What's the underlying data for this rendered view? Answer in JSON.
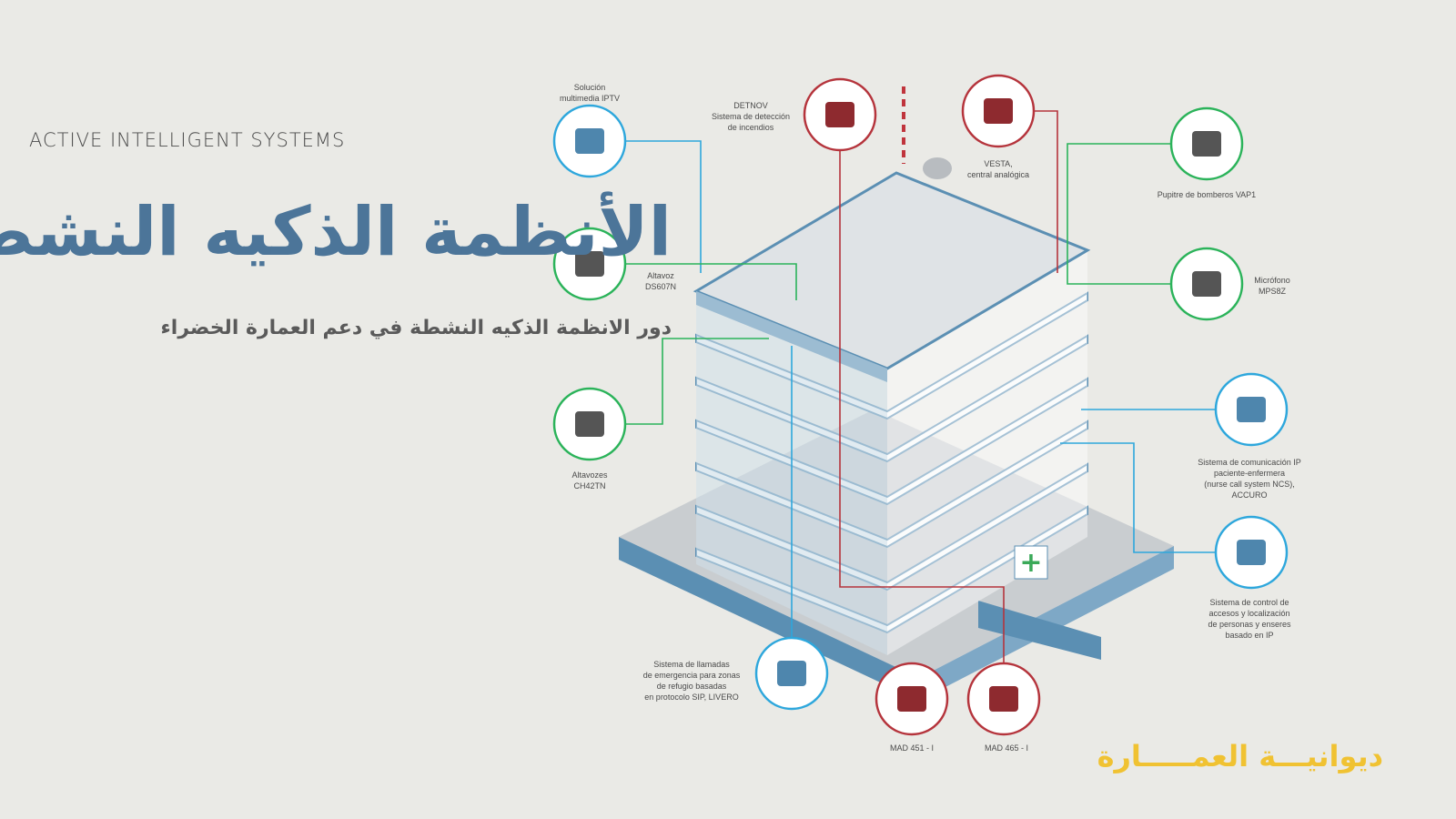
{
  "header": {
    "english_title": "ACTIVE INTELLIGENT SYSTEMS",
    "arabic_title": "الأنظمة الذكيه النشطة",
    "arabic_subtitle": "دور الانظمة الذكيه النشطة في دعم العمارة الخضراء"
  },
  "brand": "ديوانيـــة العمـــــارة",
  "colors": {
    "background": "#eaeae6",
    "title": "#4c7599",
    "brand": "#f0c232",
    "fire": "#b5343c",
    "audio": "#2bb35a",
    "network": "#2ea7dc",
    "building": "#5b8fb3"
  },
  "components": [
    {
      "label": "Solución\nmultimedia IPTV",
      "icon": "tablet-icon",
      "system": "network"
    },
    {
      "label": "Altavoz\nDS607N",
      "icon": "speaker-icon",
      "system": "audio"
    },
    {
      "label": "Altavozes\nCH42TN",
      "icon": "ceiling-speaker-icon",
      "system": "audio"
    },
    {
      "label": "DETNOV\nSistema de detección\nde incendios",
      "icon": "smoke-detector-icon",
      "system": "fire"
    },
    {
      "label": "VESTA,\ncentral analógica",
      "icon": "control-panel-icon",
      "system": "fire"
    },
    {
      "label": "Pupitre de bomberos VAP1",
      "icon": "firefighter-console-icon",
      "system": "audio"
    },
    {
      "label": "Micrófono\nMPS8Z",
      "icon": "microphone-icon",
      "system": "audio"
    },
    {
      "label": "Sistema de comunicación IP\npaciente-enfermera\n(nurse call system NCS),\nACCURO",
      "icon": "nurse-call-icon",
      "system": "network"
    },
    {
      "label": "Sistema de control de\naccesos y localización\nde personas y enseres\nbasado en IP",
      "icon": "access-tablet-icon",
      "system": "network"
    },
    {
      "label": "Sistema de llamadas\nde emergencia para zonas\nde refugio basadas\nen protocolo SIP, LIVERO",
      "icon": "intercom-icon",
      "system": "network"
    },
    {
      "label": "MAD 451 - I",
      "icon": "manual-call-point-icon",
      "system": "fire"
    },
    {
      "label": "MAD 465 - I",
      "icon": "siren-icon",
      "system": "fire"
    }
  ]
}
